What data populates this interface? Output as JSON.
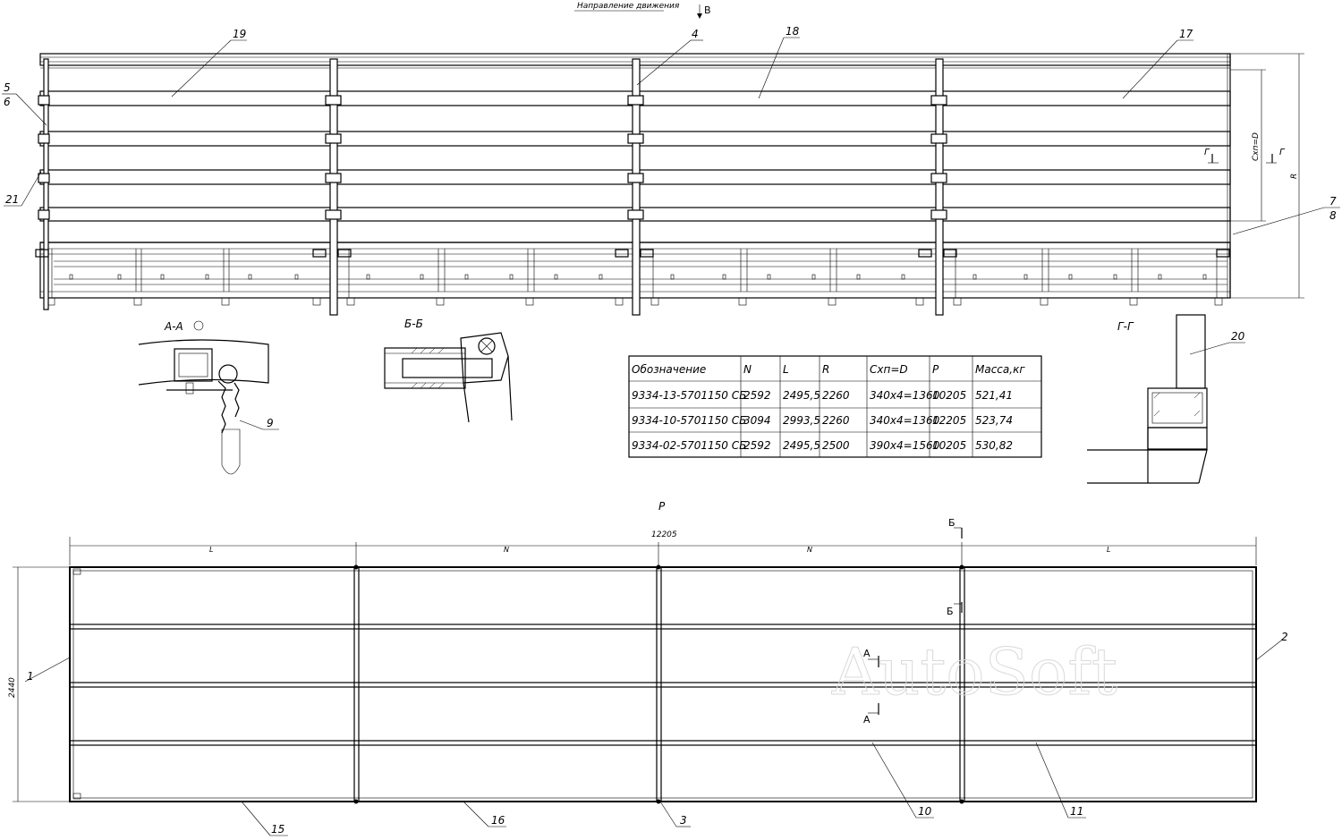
{
  "header": {
    "direction_label": "Направление движения",
    "view_b": "В"
  },
  "section_labels": {
    "aa": "А-А",
    "bb": "Б-Б",
    "gg": "Г-Г"
  },
  "cuts": {
    "g": "Г",
    "b": "Б",
    "a": "А"
  },
  "dimensions": {
    "side_vertical_1": "Схп=D",
    "side_vertical_2": "R",
    "plan_title": "P",
    "plan_total": "12205",
    "plan_l_left": "L",
    "plan_n_1": "N",
    "plan_n_2": "N",
    "plan_l_right": "L",
    "plan_height": "2440"
  },
  "callouts": {
    "c1": "1",
    "c2": "2",
    "c3": "3",
    "c4": "4",
    "c5": "5",
    "c6": "6",
    "c7": "7",
    "c8": "8",
    "c9": "9",
    "c10": "10",
    "c11": "11",
    "c15": "15",
    "c16": "16",
    "c17": "17",
    "c18": "18",
    "c19": "19",
    "c20": "20",
    "c21": "21"
  },
  "spec_table": {
    "headers": [
      "Обозначение",
      "N",
      "L",
      "R",
      "Схп=D",
      "P",
      "Масса,кг"
    ],
    "rows": [
      [
        "9334-13-5701150 СБ",
        "2592",
        "2495,5",
        "2260",
        "340х4=1360",
        "10205",
        "521,41"
      ],
      [
        "9334-10-5701150 СБ",
        "3094",
        "2993,5",
        "2260",
        "340х4=1360",
        "12205",
        "523,74"
      ],
      [
        "9334-02-5701150 СБ",
        "2592",
        "2495,5",
        "2500",
        "390х4=1560",
        "10205",
        "530,82"
      ]
    ]
  },
  "watermark": "AutoSoft"
}
